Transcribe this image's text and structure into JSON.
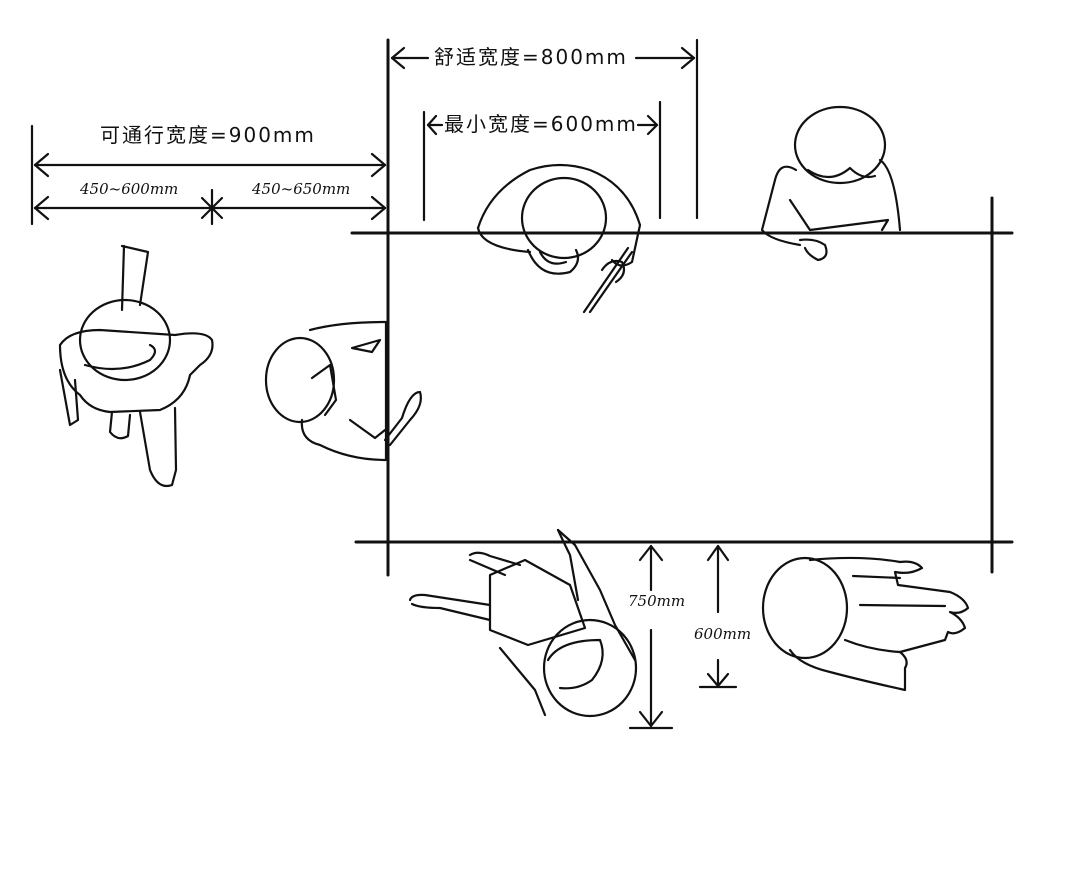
{
  "diagram": {
    "title": "Dining table clearance dimensions (top view)",
    "colors": {
      "stroke": "#111111",
      "background": "#ffffff"
    },
    "labels": {
      "comfortable_width": "舒适宽度=800mm",
      "minimum_width": "最小宽度=600mm",
      "passable_width": "可通行宽度=900mm",
      "segment_left": "450~600mm",
      "segment_right": "450~650mm",
      "seat_depth_750": "750mm",
      "seat_depth_600": "600mm"
    },
    "elements": {
      "table": "rectangular dining table outline",
      "people": [
        "person walking past (left)",
        "person seated at left end of table",
        "person seated at top edge eating with chopsticks",
        "person seated at top edge leaning on table",
        "person seated at bottom edge turned sideways",
        "person seated at bottom edge facing away"
      ]
    }
  }
}
